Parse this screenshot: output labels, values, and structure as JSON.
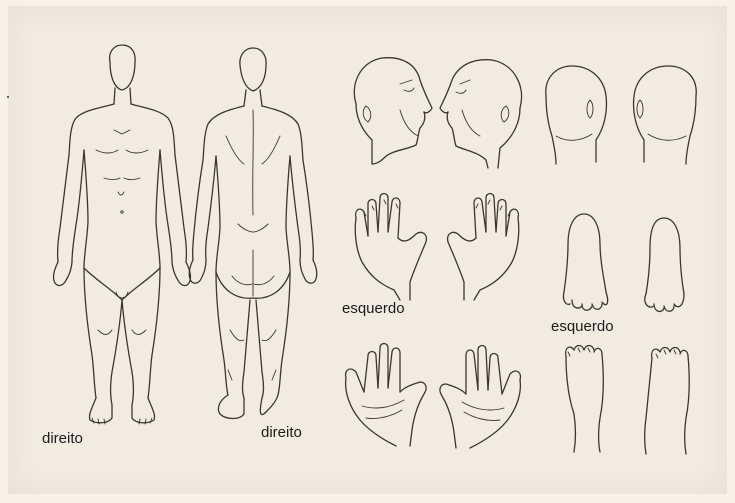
{
  "labels": {
    "front_body_side": "direito",
    "back_body_side": "direito",
    "hands_side": "esquerdo",
    "feet_side": "esquerdo"
  },
  "colors": {
    "paper": "#f1ece2",
    "ink": "#3a3632",
    "label_text": "#1b1b1b"
  }
}
